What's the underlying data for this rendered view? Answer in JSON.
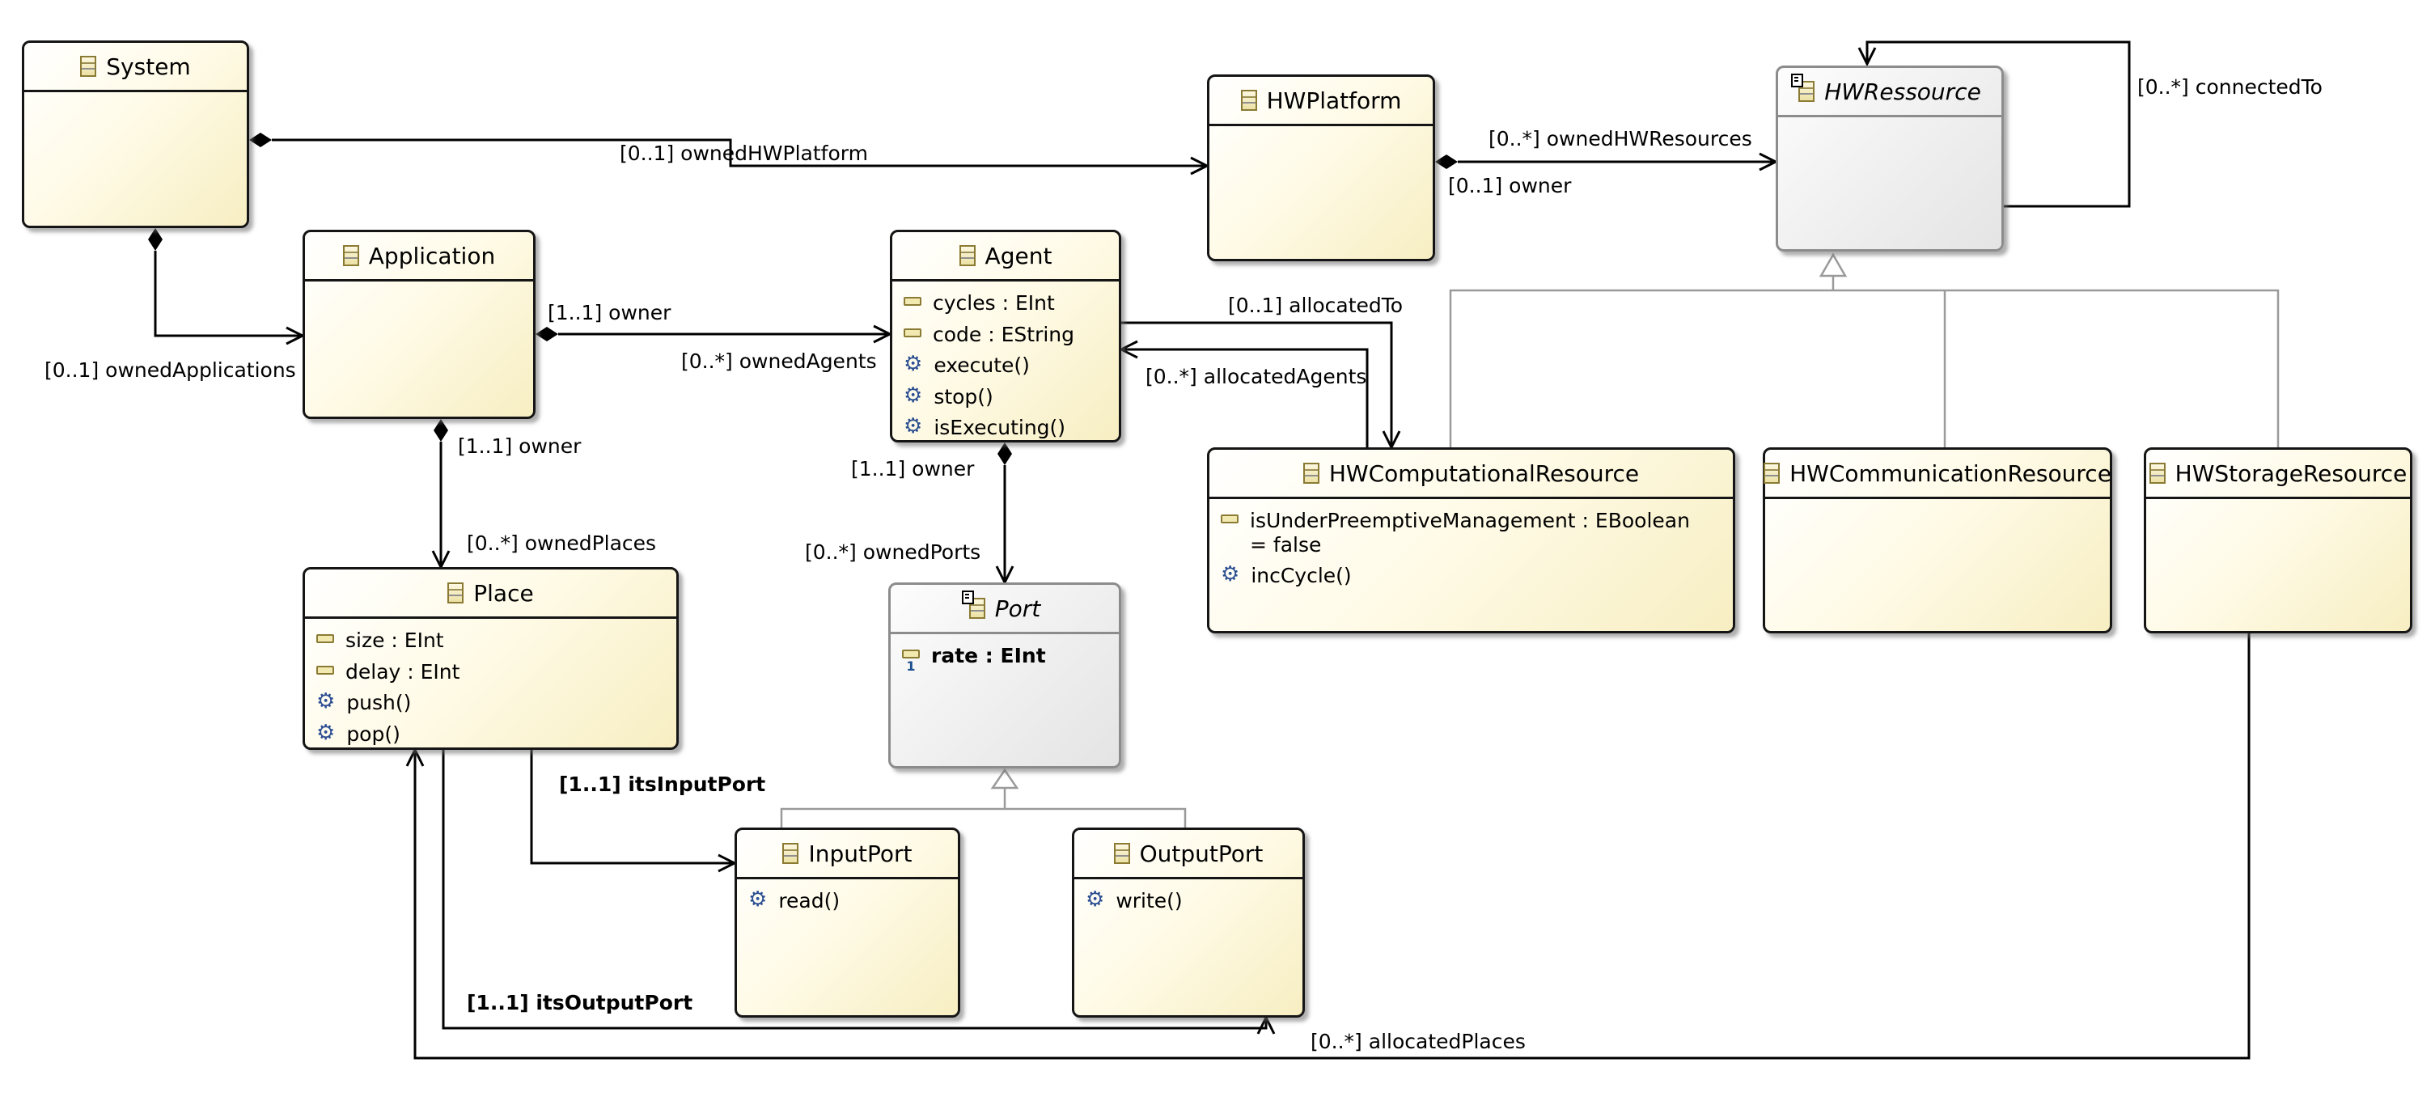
{
  "diagram": {
    "background": "#ffffff",
    "edge_color": "#000000",
    "generalization_color": "#9a9a9a",
    "class_fill": "#f7eec2",
    "abstract_fill": "#e4e4e4",
    "icon_border": "#8a7a33",
    "operation_icon_color": "#2c4f92"
  },
  "classes": {
    "system": {
      "name": "System",
      "attributes": [],
      "operations": []
    },
    "application": {
      "name": "Application",
      "attributes": [],
      "operations": []
    },
    "agent": {
      "name": "Agent",
      "attributes": [
        {
          "text": "cycles : EInt"
        },
        {
          "text": "code : EString"
        }
      ],
      "operations": [
        "execute()",
        "stop()",
        "isExecuting()"
      ]
    },
    "hwplatform": {
      "name": "HWPlatform",
      "attributes": [],
      "operations": []
    },
    "hwressource": {
      "name": "HWRessource",
      "abstract": true,
      "attributes": [],
      "operations": []
    },
    "hwcomputationalresource": {
      "name": "HWComputationalResource",
      "attributes": [
        {
          "text": "isUnderPreemptiveManagement : EBoolean\n= false"
        }
      ],
      "operations": [
        "incCycle()"
      ]
    },
    "hwcommunicationresource": {
      "name": "HWCommunicationResource",
      "attributes": [],
      "operations": []
    },
    "hwstorageresource": {
      "name": "HWStorageResource",
      "attributes": [],
      "operations": []
    },
    "place": {
      "name": "Place",
      "attributes": [
        {
          "text": "size : EInt"
        },
        {
          "text": "delay : EInt"
        }
      ],
      "operations": [
        "push()",
        "pop()"
      ]
    },
    "port": {
      "name": "Port",
      "abstract": true,
      "attributes": [
        {
          "text": "rate : EInt",
          "bold": true,
          "badge": "1"
        }
      ],
      "operations": []
    },
    "inputport": {
      "name": "InputPort",
      "attributes": [],
      "operations": [
        "read()"
      ]
    },
    "outputport": {
      "name": "OutputPort",
      "attributes": [],
      "operations": [
        "write()"
      ]
    }
  },
  "labels": {
    "owned_hw_platform": "[0..1] ownedHWPlatform",
    "owned_hw_resources": "[0..*] ownedHWResources",
    "hw_owner": "[0..1] owner",
    "connected_to": "[0..*] connectedTo",
    "owned_applications": "[0..1] ownedApplications",
    "agent_owner": "[1..1] owner",
    "owned_agents": "[0..*] ownedAgents",
    "allocated_to": "[0..1] allocatedTo",
    "allocated_agents": "[0..*] allocatedAgents",
    "place_owner": "[1..1] owner",
    "owned_places": "[0..*] ownedPlaces",
    "port_owner": "[1..1] owner",
    "owned_ports": "[0..*] ownedPorts",
    "its_input_port": "[1..1] itsInputPort",
    "its_output_port": "[1..1] itsOutputPort",
    "allocated_places": "[0..*] allocatedPlaces"
  }
}
